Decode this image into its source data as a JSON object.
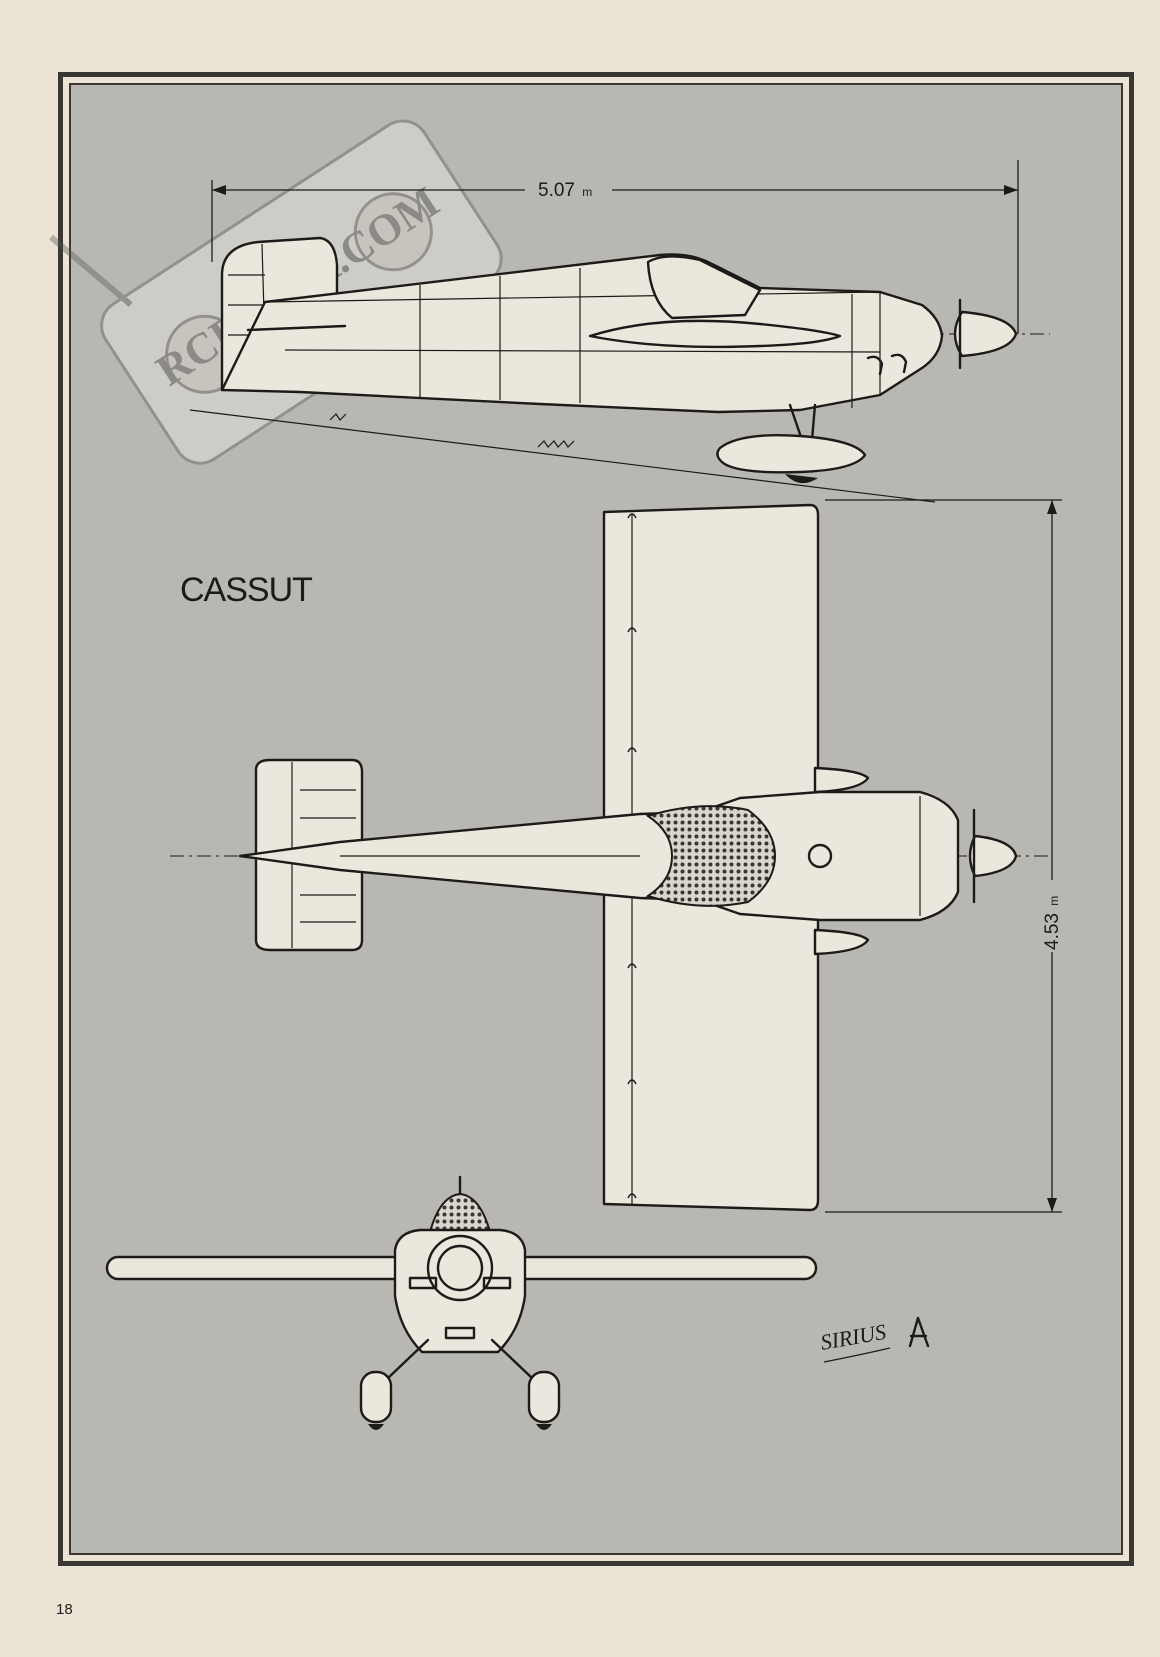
{
  "title": "CASSUT",
  "dimensions": {
    "length_label": "5.07",
    "length_unit": "m",
    "span_label": "4.53",
    "span_unit": "m"
  },
  "watermark": "RCPAPER.COM",
  "signature": "SIRIUS",
  "page_number": "18",
  "colors": {
    "paper": "#ebe4d5",
    "panel": "#b9b7b1",
    "line": "#1d1b19",
    "aircraft_fill": "#ebe7dc"
  }
}
